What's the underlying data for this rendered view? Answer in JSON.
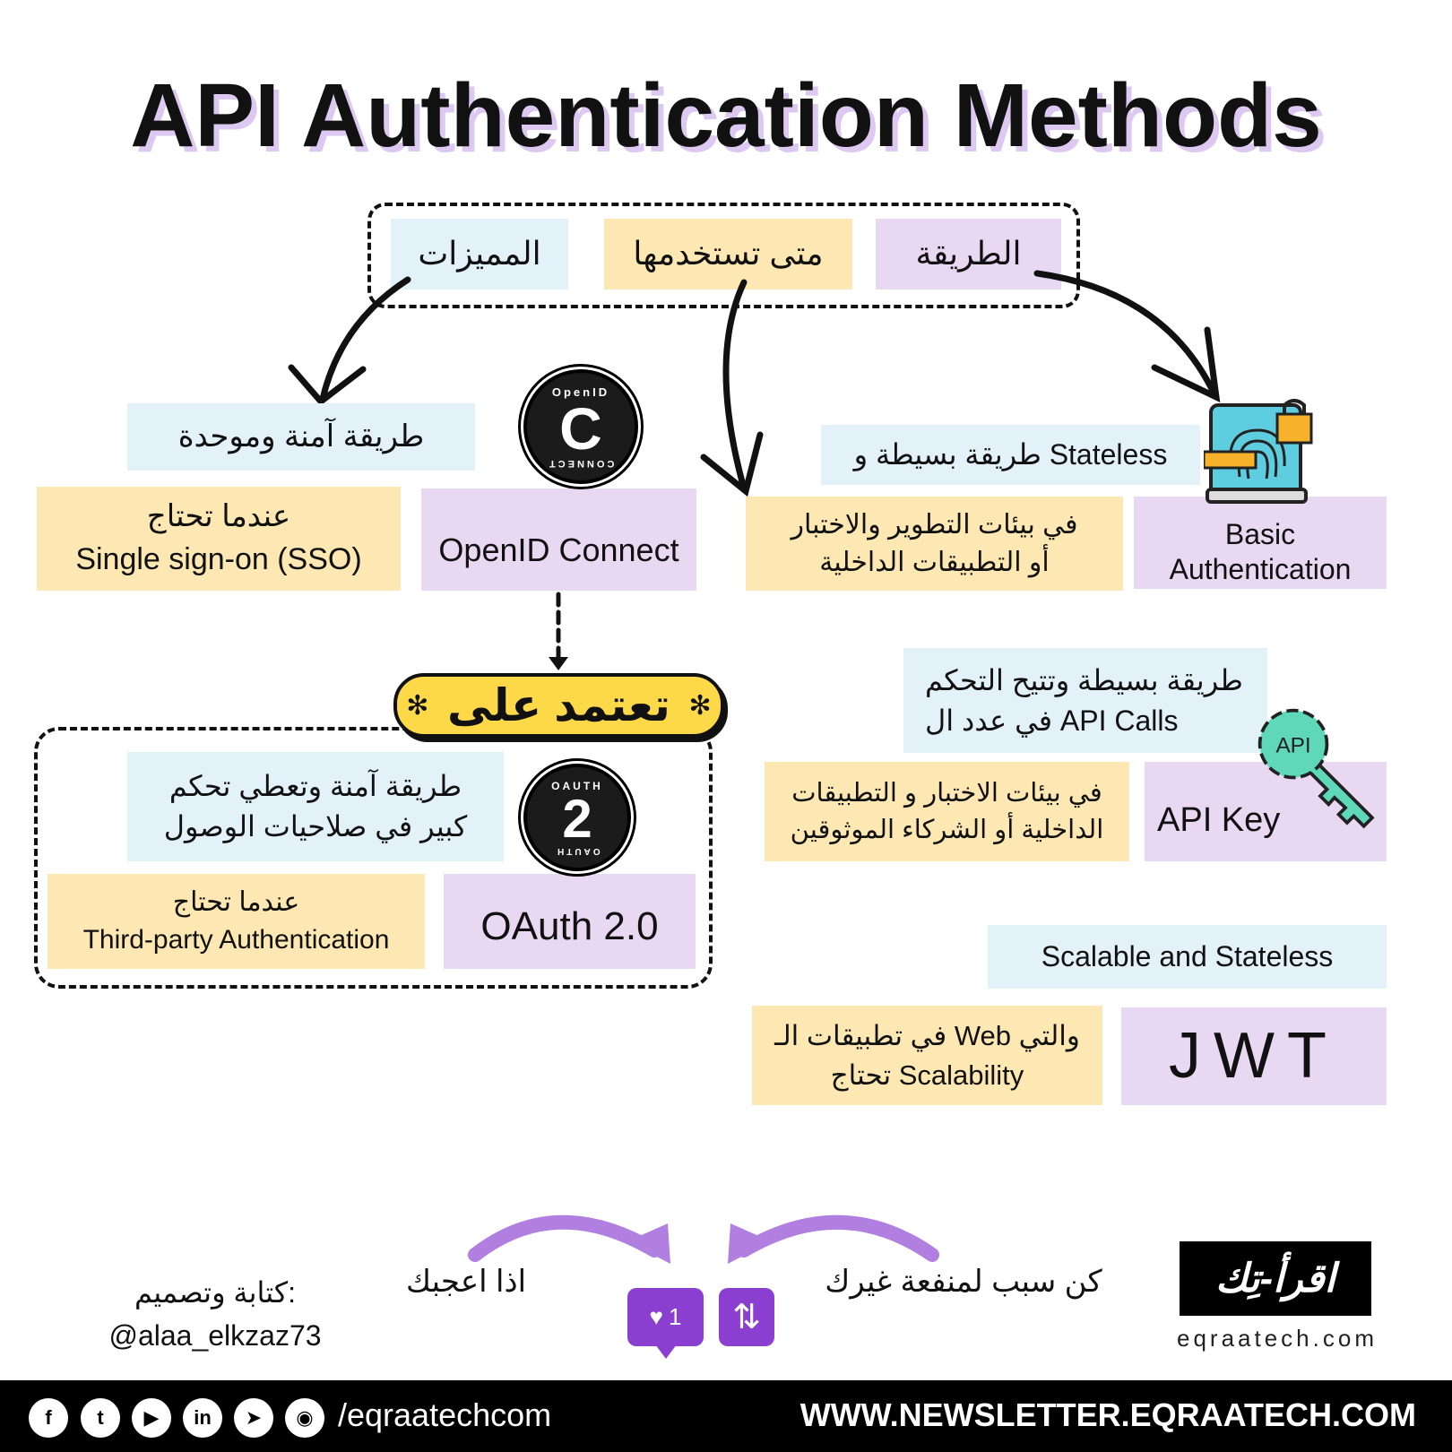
{
  "title": "API Authentication Methods",
  "legend": {
    "features": "المميزات",
    "when": "متى تستخدمها",
    "method": "الطريقة"
  },
  "openid": {
    "feature": "طريقة آمنة وموحدة",
    "when_1": "عندما تحتاج",
    "when_2": "Single sign-on (SSO)",
    "name": "OpenID Connect",
    "logo_letter": "C",
    "logo_top": "OpenID",
    "logo_bottom": "CONNECT"
  },
  "relies_on": {
    "label": "تعتمد على",
    "star": "✻"
  },
  "oauth": {
    "feature_1": "طريقة آمنة وتعطي تحكم",
    "feature_2": "كبير في صلاحيات الوصول",
    "when_1": "عندما تحتاج",
    "when_2": "Third-party Authentication",
    "name": "OAuth 2.0",
    "logo_digit": "2",
    "logo_top": "OAUTH",
    "logo_bottom": "OAUTH"
  },
  "basic": {
    "feature": "طريقة بسيطة و Stateless",
    "when_1": "في بيئات التطوير والاختبار",
    "when_2": "أو التطبيقات الداخلية",
    "name_1": "Basic",
    "name_2": "Authentication"
  },
  "apikey": {
    "feature_1": "طريقة بسيطة وتتيح التحكم",
    "feature_2": "في عدد ال API Calls",
    "when_1": "في بيئات الاختبار و التطبيقات",
    "when_2": "الداخلية أو الشركاء الموثوقين",
    "name": "API Key",
    "icon_label": "API"
  },
  "jwt": {
    "feature": "Scalable and Stateless",
    "when_1": "في تطبيقات الـ Web والتي",
    "when_2": "تحتاج Scalability",
    "name": "JWT"
  },
  "bottom": {
    "credit_label": "كتابة وتصميم:",
    "credit_handle": "@alaa_elkzaz73",
    "like_text": "اذا اعجبك",
    "share_text": "كن سبب لمنفعة غيرك",
    "like_count": "1",
    "logo_text": "اقرأ-تِك",
    "site": "eqraatech.com"
  },
  "footer": {
    "handle": "/eqraatechcom",
    "url": "WWW.NEWSLETTER.EQRAATECH.COM",
    "icons": [
      "facebook-icon",
      "twitter-icon",
      "youtube-icon",
      "linkedin-icon",
      "telegram-icon",
      "github-icon"
    ]
  },
  "colors": {
    "blue": "#e3f1f9",
    "yellow": "#fde8b3",
    "purple": "#e8d8f2",
    "accent": "#8b3fd0",
    "pill": "#fdd94a"
  }
}
